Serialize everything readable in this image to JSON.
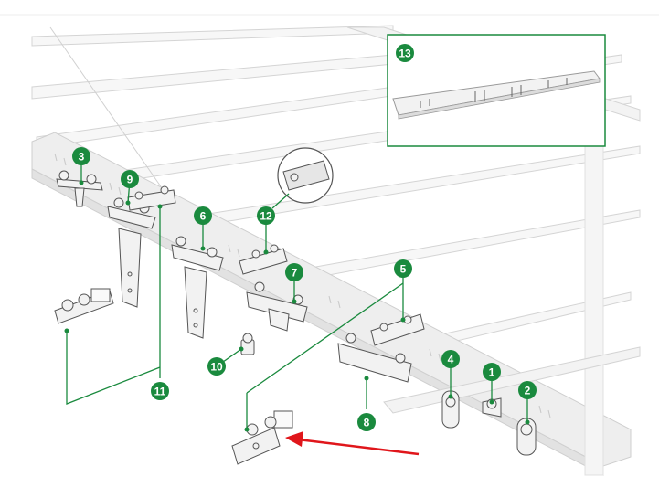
{
  "diagram": {
    "accent_color": "#1a8a3e",
    "arrow_color": "#e0161b",
    "callouts": [
      {
        "id": "callout-1",
        "label": "1"
      },
      {
        "id": "callout-2",
        "label": "2"
      },
      {
        "id": "callout-3",
        "label": "3"
      },
      {
        "id": "callout-4",
        "label": "4"
      },
      {
        "id": "callout-5",
        "label": "5"
      },
      {
        "id": "callout-6",
        "label": "6"
      },
      {
        "id": "callout-7",
        "label": "7"
      },
      {
        "id": "callout-8",
        "label": "8"
      },
      {
        "id": "callout-9",
        "label": "9"
      },
      {
        "id": "callout-10",
        "label": "10"
      },
      {
        "id": "callout-11",
        "label": "11"
      },
      {
        "id": "callout-12",
        "label": "12"
      },
      {
        "id": "callout-13",
        "label": "13"
      }
    ]
  }
}
